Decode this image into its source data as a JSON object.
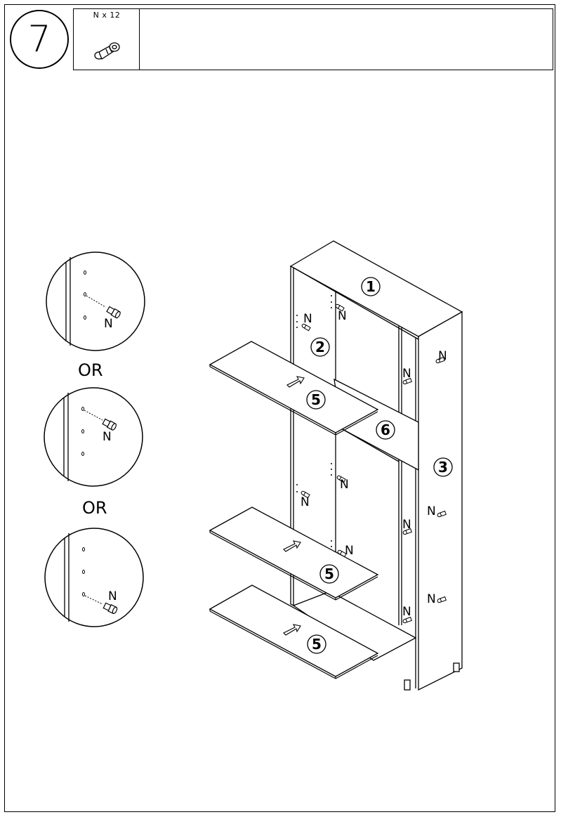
{
  "step": {
    "number": "7"
  },
  "parts": {
    "quantity": "N x 12",
    "icon": "dowel-pin-icon"
  },
  "details": {
    "or_label": "OR",
    "n_label": "N"
  },
  "panels": {
    "top": "1",
    "side_left": "2",
    "side_right": "3",
    "shelf": "5",
    "divider": "6"
  }
}
